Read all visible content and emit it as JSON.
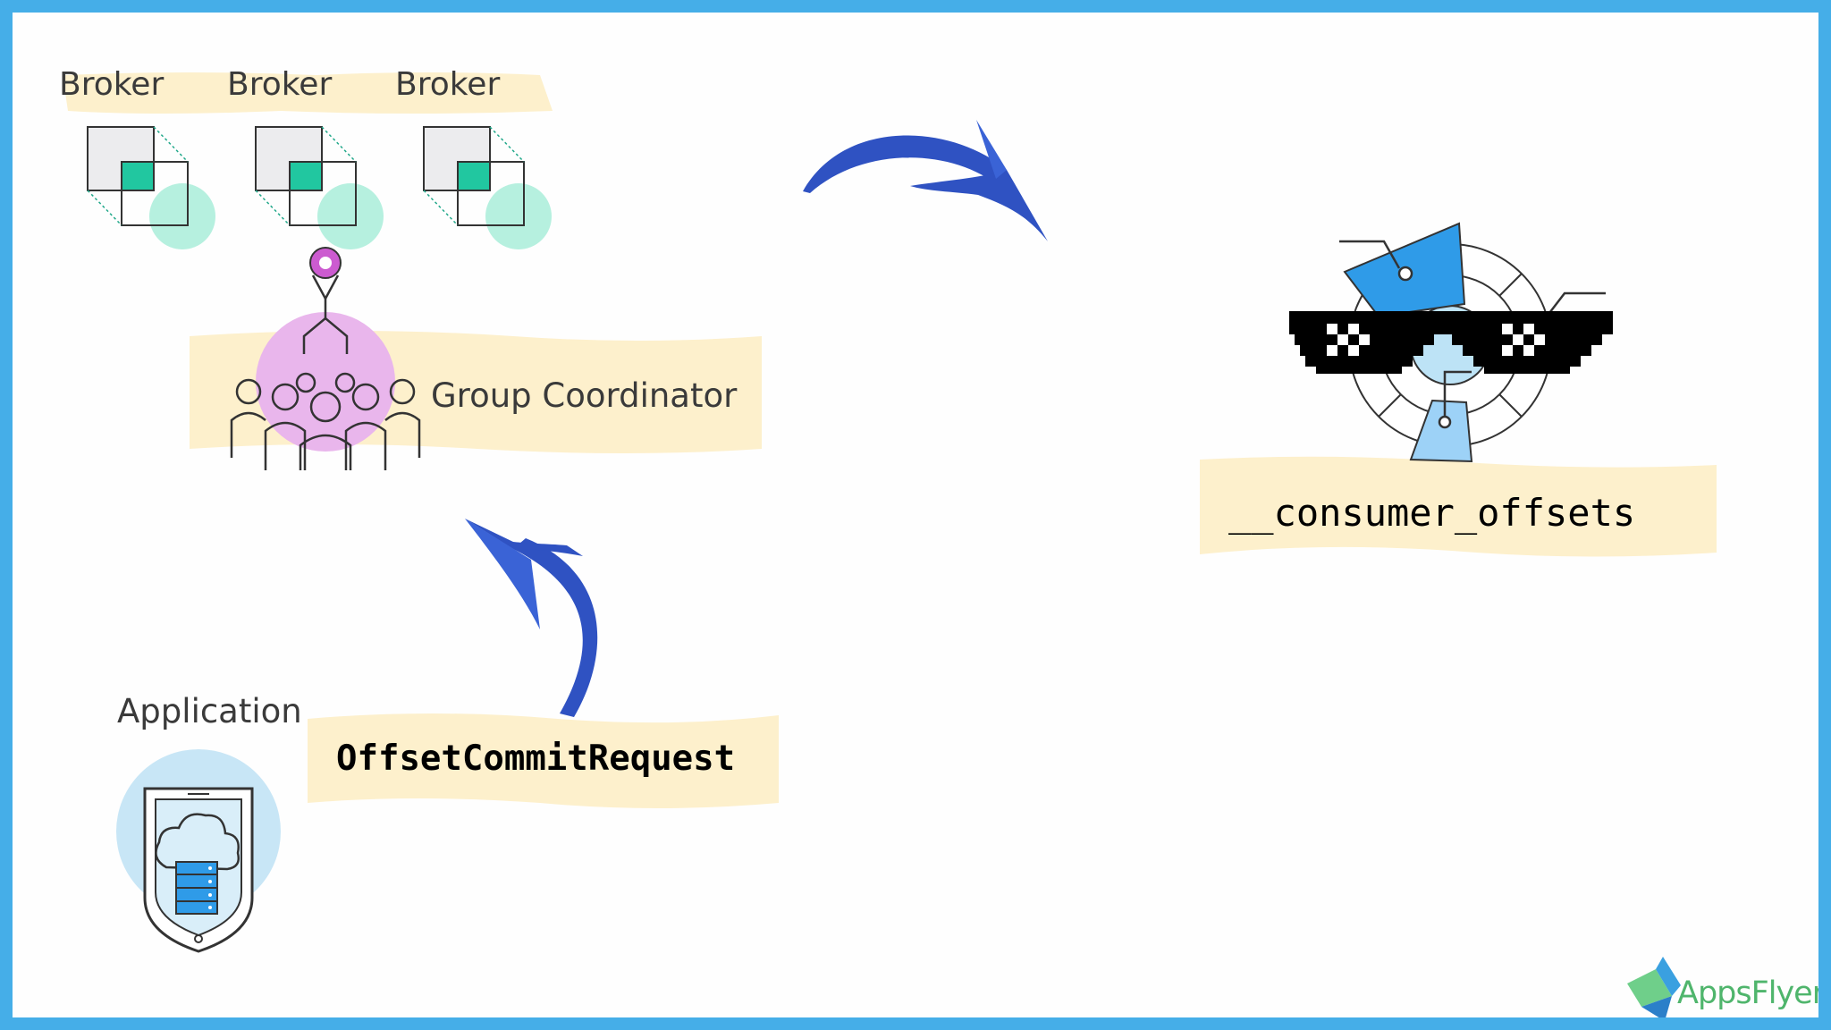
{
  "slide": {
    "brokers": [
      "Broker",
      "Broker",
      "Broker"
    ],
    "group_coordinator": "Group Coordinator",
    "application": "Application",
    "request": "OffsetCommitRequest",
    "topic": "__consumer_offsets",
    "logo": "AppsFlyer"
  },
  "colors": {
    "frame": "#45aee8",
    "highlight": "#fdf0cc",
    "arrow": "#2f52c2",
    "broker_accent": "#21c7a0",
    "coordinator": "#e9b6ec",
    "app_circle": "#c8e6f6",
    "logo": "#4fb56c"
  },
  "icons": [
    "broker-icon",
    "group-coordinator-icon",
    "application-cloud-icon",
    "consumer-offsets-icon",
    "pixel-sunglasses-icon",
    "appsflyer-logo-icon"
  ]
}
